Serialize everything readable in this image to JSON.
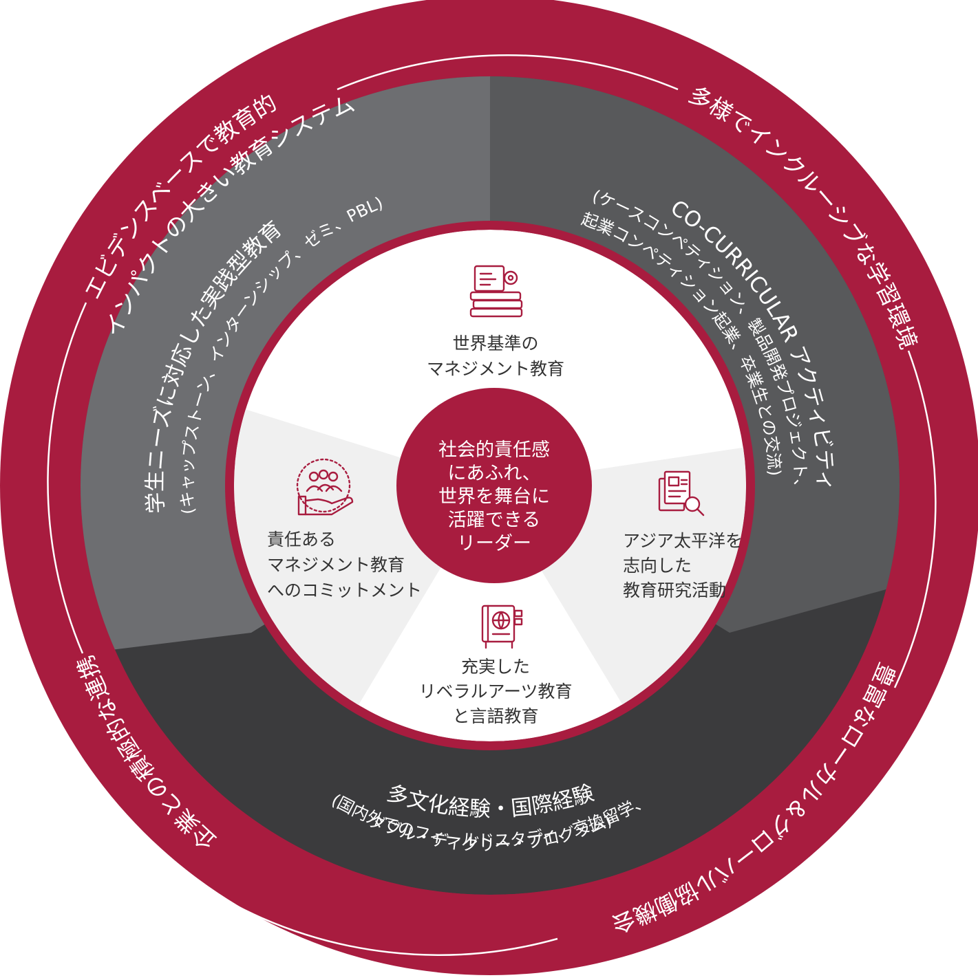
{
  "colors": {
    "crimson": "#a81c3f",
    "left_band": "#6d6e71",
    "right_band": "#58595b",
    "bottom_band": "#3b3b3d",
    "pillar_light": "#f0f0f0",
    "pillar_white": "#ffffff"
  },
  "outer_ring": {
    "top_left": "エビデンスベースで教育的",
    "top_left_2": "インパクトの大きい教育システム",
    "top_right": "多様でインクルーシブな学習環境",
    "bottom_right": "豊富なローカル＆グローバル協働機会",
    "bottom_left": "企業との積極的な連携"
  },
  "bands": {
    "left": {
      "title": "学生ニーズに対応した実践型教育",
      "subtitle": "(キャップストーン、インターンシップ、ゼミ、PBL)"
    },
    "right": {
      "title": "CO-CURRICULAR アクティビティ",
      "subtitle": "(ケースコンペティション、製品開発プロジェクト、",
      "subtitle_2": "起業コンペティション起業、卒業生との交流)"
    },
    "bottom": {
      "title": "多文化経験・国際経験",
      "subtitle": "(国内外でのフィールドスタディ、交換留学、",
      "subtitle_2": "ダブル・ディグリー・プログラム)"
    }
  },
  "pillars": {
    "top": {
      "icon": "books-gear-icon",
      "line1": "世界基準の",
      "line2": "マネジメント教育"
    },
    "left": {
      "icon": "hand-people-icon",
      "line1": "責任ある",
      "line2": "マネジメント教育",
      "line3": "へのコミットメント"
    },
    "right": {
      "icon": "document-search-icon",
      "line1": "アジア太平洋を",
      "line2": "志向した",
      "line3": "教育研究活動"
    },
    "bottom": {
      "icon": "globe-book-icon",
      "line1": "充実した",
      "line2": "リベラルアーツ教育",
      "line3": "と言語教育"
    }
  },
  "center": {
    "line1": "社会的責任感",
    "line2": "にあふれ、",
    "line3": "世界を舞台に",
    "line4": "活躍できる",
    "line5": "リーダー"
  }
}
